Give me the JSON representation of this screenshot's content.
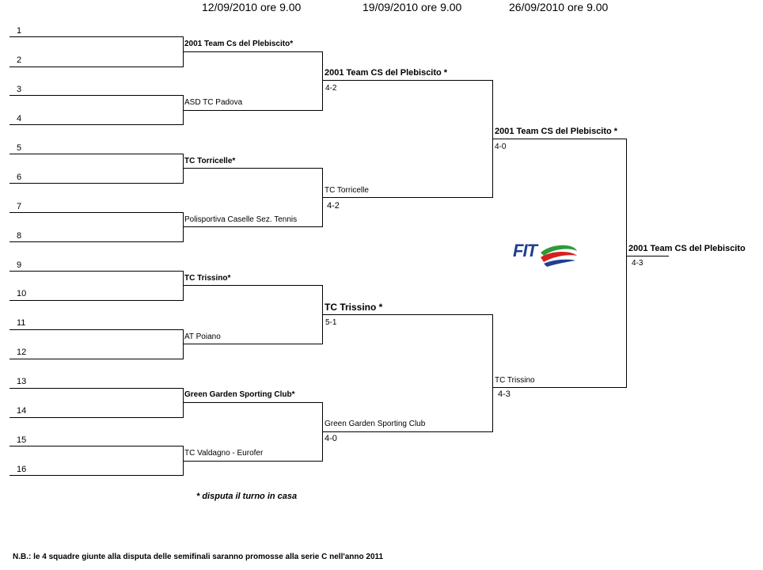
{
  "dates": {
    "r1": "12/09/2010 ore 9.00",
    "r2": "19/09/2010 ore 9.00",
    "r3": "26/09/2010 ore 9.00"
  },
  "slots": [
    "1",
    "2",
    "3",
    "4",
    "5",
    "6",
    "7",
    "8",
    "9",
    "10",
    "11",
    "12",
    "13",
    "14",
    "15",
    "16"
  ],
  "round1": [
    "2001 Team Cs del Plebiscito*",
    "ASD TC Padova",
    "TC Torricelle*",
    "Polisportiva Caselle Sez. Tennis",
    "TC Trissino*",
    "AT Poiano",
    "Green Garden Sporting Club*",
    "TC Valdagno - Eurofer"
  ],
  "round2": [
    {
      "team": "2001 Team CS del Plebiscito  *",
      "score": "4-2"
    },
    {
      "team": "TC Torricelle",
      "score": "4-2"
    },
    {
      "team": "TC Trissino *",
      "score": "5-1"
    },
    {
      "team": "Green Garden Sporting Club",
      "score": "4-0"
    }
  ],
  "round3": [
    {
      "team": "2001 Team CS del Plebiscito *",
      "score": "4-0"
    },
    {
      "team": "TC Trissino",
      "score": "4-3"
    }
  ],
  "final": {
    "team": "2001 Team CS del Plebiscito",
    "score": "4-3"
  },
  "logo": {
    "text": "FIT",
    "colors": {
      "blue": "#1f3f8f",
      "red": "#d62020",
      "green": "#2e9a3b"
    }
  },
  "note": "*  disputa il turno in casa",
  "footer": "N.B.: le 4 squadre giunte alla disputa delle semifinali saranno promosse alla serie C nell'anno 2011"
}
